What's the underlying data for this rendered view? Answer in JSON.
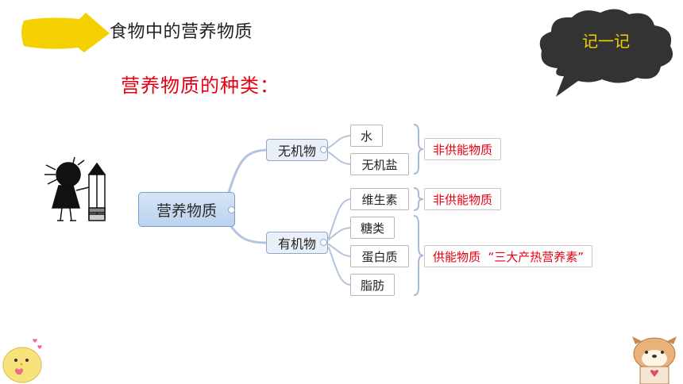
{
  "header": {
    "title": "食物中的营养物质"
  },
  "subtitle": "营养物质的种类：",
  "cloud": {
    "label": "记一记"
  },
  "mindmap": {
    "root": "营养物质",
    "inorganic": {
      "label": "无机物",
      "items": [
        "水",
        "无机盐"
      ],
      "note": "非供能物质"
    },
    "organic": {
      "label": "有机物",
      "vitamin": "维生素",
      "vitamin_note": "非供能物质",
      "energy_items": [
        "糖类",
        "蛋白质",
        "脂肪"
      ],
      "energy_note": "供能物质  “三大产热营养素”"
    }
  },
  "colors": {
    "accent_red": "#e60012",
    "arrow_yellow": "#f5d000",
    "cloud_dark": "#333333",
    "branch_line": "#b3c4df"
  }
}
